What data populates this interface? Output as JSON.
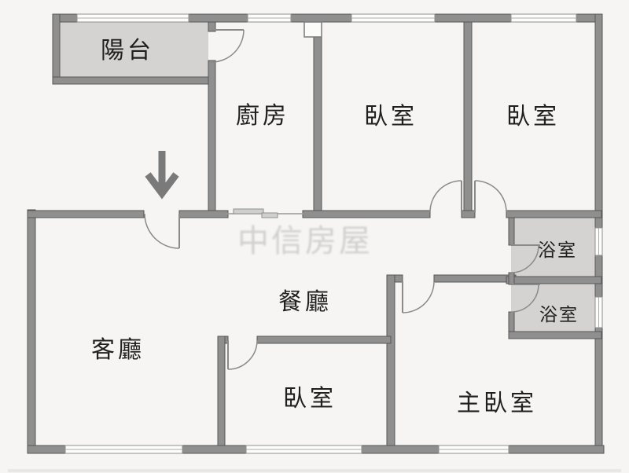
{
  "floorplan": {
    "rooms": {
      "balcony": {
        "label": "陽台"
      },
      "kitchen": {
        "label": "廚房"
      },
      "bedroom_top_left": {
        "label": "臥室"
      },
      "bedroom_top_right": {
        "label": "臥室"
      },
      "bathroom_upper": {
        "label": "浴室"
      },
      "bathroom_lower": {
        "label": "浴室"
      },
      "dining_room": {
        "label": "餐廳"
      },
      "living_room": {
        "label": "客廳"
      },
      "bedroom_bottom": {
        "label": "臥室"
      },
      "master_bedroom": {
        "label": "主臥室"
      }
    },
    "entrance_arrow_direction": "down",
    "watermark": {
      "text": "中信房屋"
    },
    "colors": {
      "background": "#f6f5f3",
      "wall_fill": "#8f8f8f",
      "wall_edge": "#575757",
      "shaded_room_fill": "#d4d3d1",
      "window_fill": "#fdfdfc",
      "door_arc": "#8a8a8a",
      "arrow": "#7a7a7a",
      "label_text": "#1f1f1f",
      "watermark_text": "#c8c7c5"
    }
  }
}
